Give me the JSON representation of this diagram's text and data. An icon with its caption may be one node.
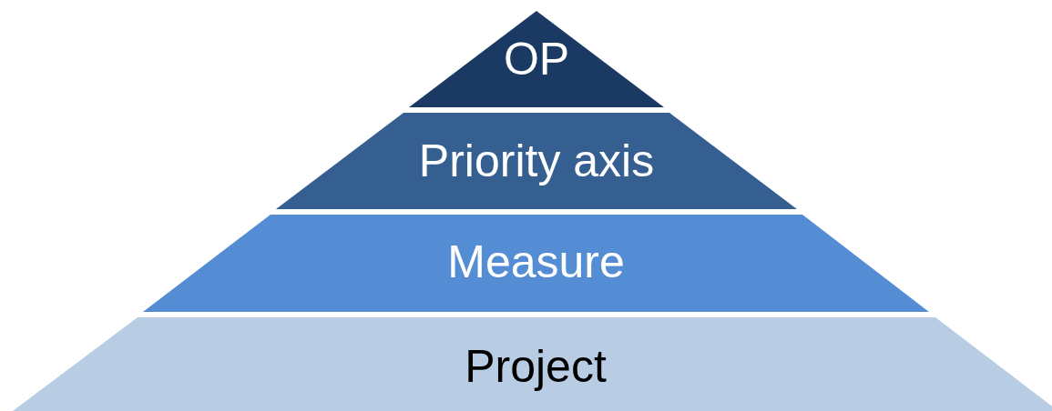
{
  "diagram": {
    "nodes": [
      {
        "text": [
          "OP"
        ]
      },
      {
        "text": [
          "Priority axis"
        ]
      },
      {
        "text": [
          "Measure"
        ]
      },
      {
        "text": [
          "Project"
        ]
      }
    ]
  }
}
